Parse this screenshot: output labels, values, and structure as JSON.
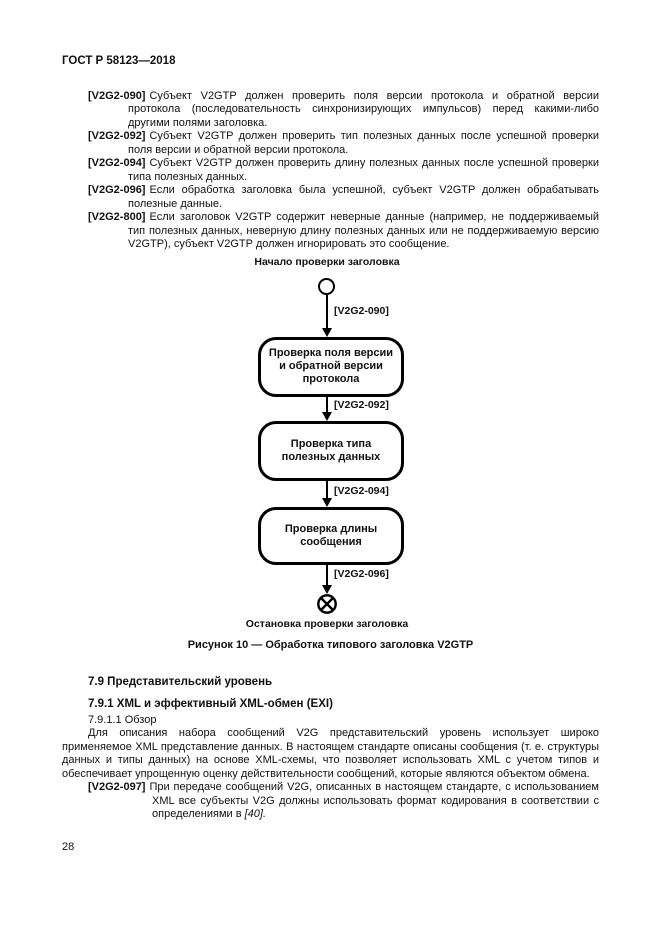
{
  "page": {
    "header": "ГОСТ Р 58123—2018",
    "number": "28"
  },
  "requirements": [
    {
      "id": "[V2G2-090]",
      "text": "Субъект V2GTP должен проверить поля версии протокола и обратной версии протокола (последовательность синхронизирующих импульсов) перед какими-либо другими полями заголовка."
    },
    {
      "id": "[V2G2-092]",
      "text": "Субъект V2GTP должен проверить тип полезных данных после успешной проверки поля версии и обратной версии протокола."
    },
    {
      "id": "[V2G2-094]",
      "text": "Субъект V2GTP должен проверить длину полезных данных после успешной проверки типа полезных данных."
    },
    {
      "id": "[V2G2-096]",
      "text": "Если обработка заголовка была успешной, субъект V2GTP должен обрабатывать полезные данные."
    },
    {
      "id": "[V2G2-800]",
      "text": "Если заголовок V2GTP содержит неверные данные (например, не поддерживаемый тип полезных данных, неверную длину полезных данных или не поддерживаемую версию V2GTP), субъект V2GTP должен игнорировать это сообщение."
    }
  ],
  "flowchart": {
    "start_label": "Начало проверки заголовка",
    "edges": [
      "[V2G2-090]",
      "[V2G2-092]",
      "[V2G2-094]",
      "[V2G2-096]"
    ],
    "boxes": [
      {
        "lines": [
          "Проверка поля версии",
          "и обратной версии",
          "протокола"
        ]
      },
      {
        "lines": [
          "Проверка типа",
          "полезных данных"
        ]
      },
      {
        "lines": [
          "Проверка длины",
          "сообщения"
        ]
      }
    ],
    "end_label": "Остановка проверки заголовка",
    "caption": "Рисунок 10 — Обработка типового заголовка V2GTP"
  },
  "sections": {
    "s79": "7.9 Представительский уровень",
    "s791": "7.9.1 XML и эффективный XML-обмен (EXI)",
    "s7911": "7.9.1.1 Обзор"
  },
  "intro": "Для описания набора сообщений V2G представительский уровень использует широко применяемое XML представление данных. В настоящем стандарте описаны сообщения (т. е. структуры данных и типы данных) на основе XML-схемы, что позволяет использовать XML с учетом типов и обеспечивает упрощенную оценку действительности сообщений, которые являются объектом обмена.",
  "req097": {
    "id": "[V2G2-097]",
    "text": "При передаче сообщений V2G, описанных в настоящем стандарте, с использованием XML все субъекты V2G должны использовать формат кодирования в соответствии с определениями в ",
    "ref": "[40]",
    "after": "."
  }
}
